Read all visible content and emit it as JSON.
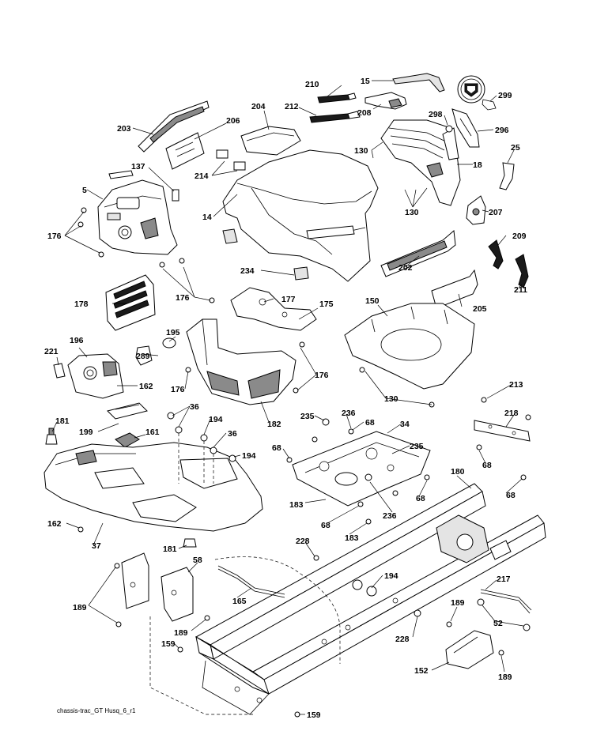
{
  "diagram": {
    "caption": "chassis-trac_GT Husq_6_r1",
    "callouts": [
      {
        "id": "c210",
        "text": "210"
      },
      {
        "id": "c15",
        "text": "15"
      },
      {
        "id": "c299",
        "text": "299"
      },
      {
        "id": "c212",
        "text": "212"
      },
      {
        "id": "c208",
        "text": "208"
      },
      {
        "id": "c204",
        "text": "204"
      },
      {
        "id": "c298",
        "text": "298"
      },
      {
        "id": "c296",
        "text": "296"
      },
      {
        "id": "c203",
        "text": "203"
      },
      {
        "id": "c206",
        "text": "206"
      },
      {
        "id": "c130a",
        "text": "130"
      },
      {
        "id": "c25",
        "text": "25"
      },
      {
        "id": "c137",
        "text": "137"
      },
      {
        "id": "c214",
        "text": "214"
      },
      {
        "id": "c18",
        "text": "18"
      },
      {
        "id": "c5",
        "text": "5"
      },
      {
        "id": "c130b",
        "text": "130"
      },
      {
        "id": "c14",
        "text": "14"
      },
      {
        "id": "c207",
        "text": "207"
      },
      {
        "id": "c176a",
        "text": "176"
      },
      {
        "id": "c209",
        "text": "209"
      },
      {
        "id": "c234",
        "text": "234"
      },
      {
        "id": "c202",
        "text": "202"
      },
      {
        "id": "c211",
        "text": "211"
      },
      {
        "id": "c176b",
        "text": "176"
      },
      {
        "id": "c177",
        "text": "177"
      },
      {
        "id": "c205",
        "text": "205"
      },
      {
        "id": "c178",
        "text": "178"
      },
      {
        "id": "c175",
        "text": "175"
      },
      {
        "id": "c150",
        "text": "150"
      },
      {
        "id": "c195",
        "text": "195"
      },
      {
        "id": "c196",
        "text": "196"
      },
      {
        "id": "c221",
        "text": "221"
      },
      {
        "id": "c289",
        "text": "289"
      },
      {
        "id": "c162a",
        "text": "162"
      },
      {
        "id": "c176c",
        "text": "176"
      },
      {
        "id": "c176d",
        "text": "176"
      },
      {
        "id": "c130c",
        "text": "130"
      },
      {
        "id": "c213",
        "text": "213"
      },
      {
        "id": "c182",
        "text": "182"
      },
      {
        "id": "c36a",
        "text": "36"
      },
      {
        "id": "c235a",
        "text": "235"
      },
      {
        "id": "c236a",
        "text": "236"
      },
      {
        "id": "c218",
        "text": "218"
      },
      {
        "id": "c181a",
        "text": "181"
      },
      {
        "id": "c194a",
        "text": "194"
      },
      {
        "id": "c68a",
        "text": "68"
      },
      {
        "id": "c34",
        "text": "34"
      },
      {
        "id": "c199",
        "text": "199"
      },
      {
        "id": "c161",
        "text": "161"
      },
      {
        "id": "c36b",
        "text": "36"
      },
      {
        "id": "c68b",
        "text": "68"
      },
      {
        "id": "c235b",
        "text": "235"
      },
      {
        "id": "c194b",
        "text": "194"
      },
      {
        "id": "c68c",
        "text": "68"
      },
      {
        "id": "c180",
        "text": "180"
      },
      {
        "id": "c68d",
        "text": "68"
      },
      {
        "id": "c68e",
        "text": "68"
      },
      {
        "id": "c183a",
        "text": "183"
      },
      {
        "id": "c236b",
        "text": "236"
      },
      {
        "id": "c162b",
        "text": "162"
      },
      {
        "id": "c68f",
        "text": "68"
      },
      {
        "id": "c37",
        "text": "37"
      },
      {
        "id": "c183b",
        "text": "183"
      },
      {
        "id": "c181b",
        "text": "181"
      },
      {
        "id": "c228a",
        "text": "228"
      },
      {
        "id": "c58",
        "text": "58"
      },
      {
        "id": "c194c",
        "text": "194"
      },
      {
        "id": "c217",
        "text": "217"
      },
      {
        "id": "c165",
        "text": "165"
      },
      {
        "id": "c189a",
        "text": "189"
      },
      {
        "id": "c189b",
        "text": "189"
      },
      {
        "id": "c52",
        "text": "52"
      },
      {
        "id": "c189c",
        "text": "189"
      },
      {
        "id": "c228b",
        "text": "228"
      },
      {
        "id": "c159a",
        "text": "159"
      },
      {
        "id": "c152",
        "text": "152"
      },
      {
        "id": "c189d",
        "text": "189"
      },
      {
        "id": "c159b",
        "text": "159"
      }
    ]
  }
}
